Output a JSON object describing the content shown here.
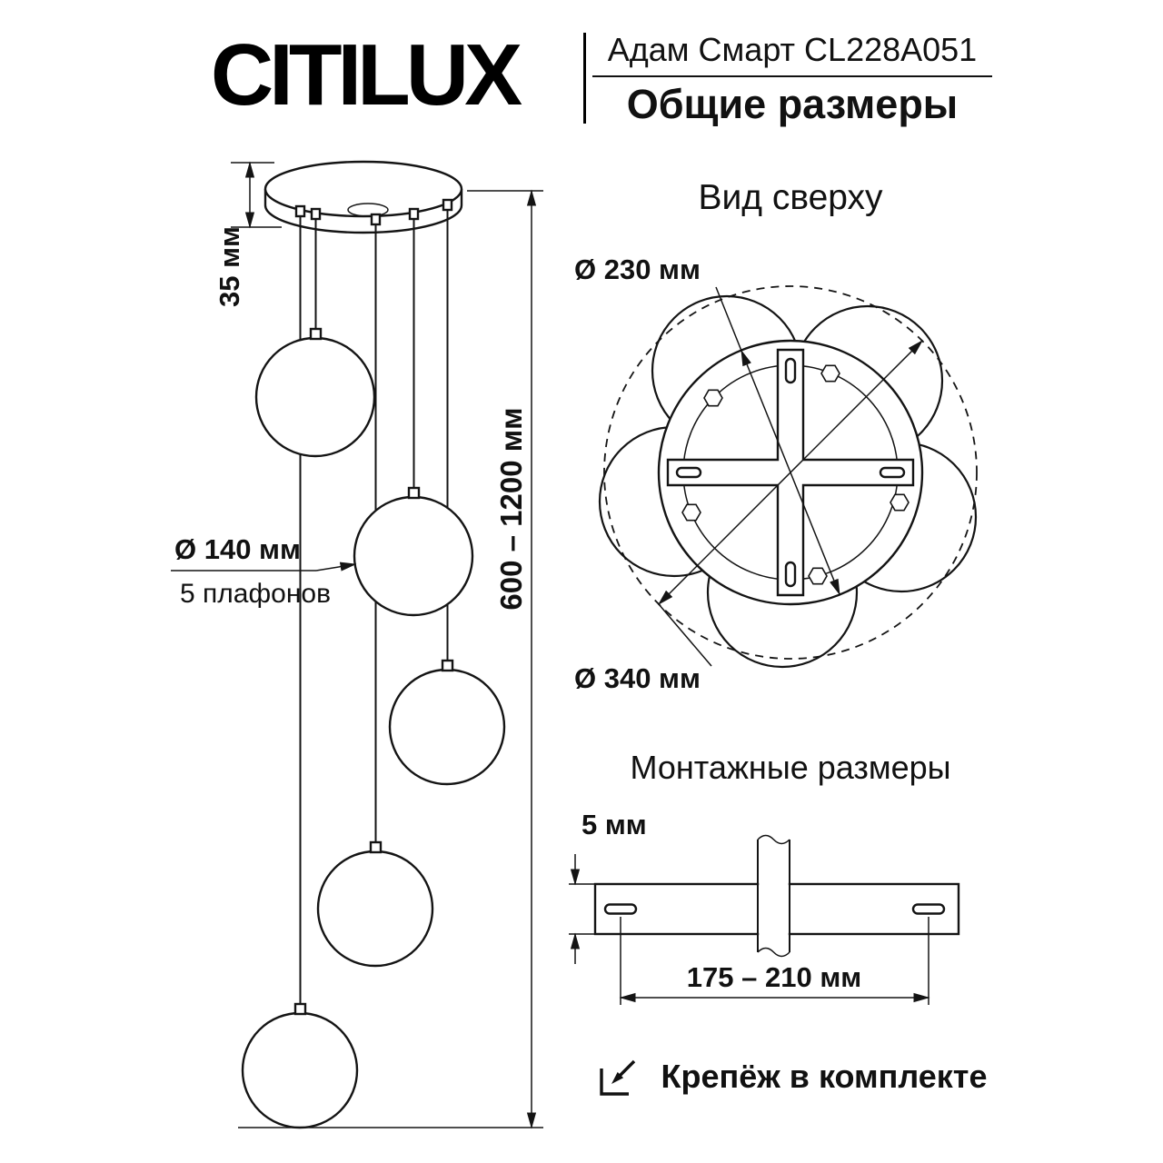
{
  "header": {
    "brand": "CITILUX",
    "model": "Адам Смарт CL228A051",
    "subtitle": "Общие размеры"
  },
  "front_view": {
    "canopy_height": "35 мм",
    "overall_height": "600 – 1200 мм",
    "shade_diameter": "Ø 140 мм",
    "shade_count": "5 плафонов"
  },
  "top_view": {
    "title": "Вид сверху",
    "plate_diameter": "Ø 230 мм",
    "overall_diameter": "Ø 340 мм"
  },
  "mounting": {
    "title": "Монтажные размеры",
    "bracket_thickness": "5 мм",
    "hole_spacing": "175 – 210 мм"
  },
  "footer": {
    "note": "Крепёж в комплекте"
  }
}
